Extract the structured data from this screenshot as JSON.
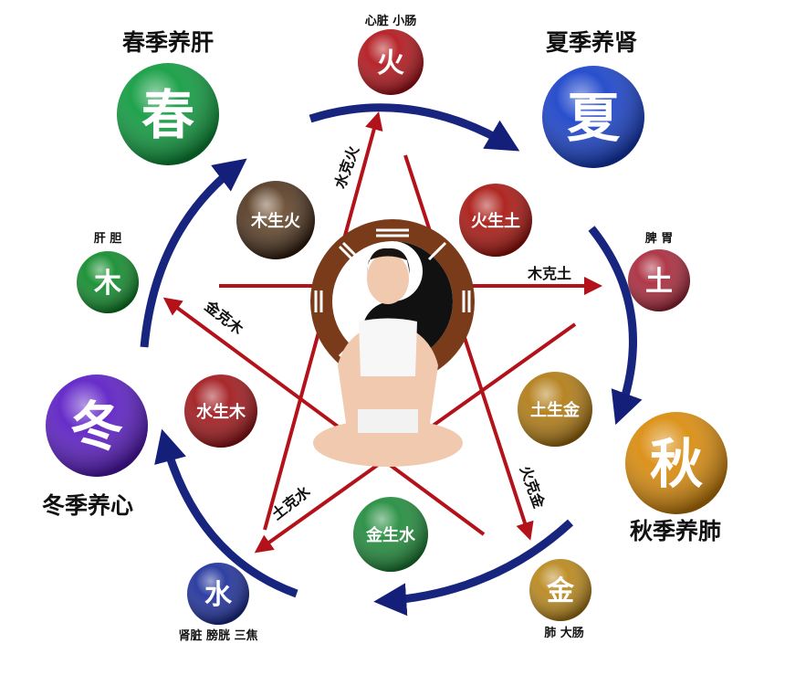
{
  "seasons": {
    "spring": {
      "char": "春",
      "title": "春季养肝",
      "color": "#0d9a3d"
    },
    "summer": {
      "char": "夏",
      "title": "夏季养肾",
      "color": "#1740c9"
    },
    "autumn": {
      "char": "秋",
      "title": "秋季养肺",
      "color": "#d98a0a"
    },
    "winter": {
      "char": "冬",
      "title": "冬季养心",
      "color": "#5a1bc4"
    }
  },
  "elements": {
    "fire": {
      "char": "火",
      "organs": "心脏  小肠",
      "color": "#b0141a"
    },
    "earth": {
      "char": "土",
      "organs": "脾  胃",
      "color": "#a8283a"
    },
    "metal": {
      "char": "金",
      "organs": "肺  大肠",
      "color": "#b8861a"
    },
    "water": {
      "char": "水",
      "organs": "肾脏  膀胱  三焦",
      "color": "#1d2f9a"
    },
    "wood": {
      "char": "木",
      "organs": "肝  胆",
      "color": "#0f8a2a"
    }
  },
  "generating": {
    "wood_fire": {
      "label": "木生火",
      "color": "#5a2a12"
    },
    "fire_earth": {
      "label": "火生土",
      "color": "#a8150f"
    },
    "earth_metal": {
      "label": "土生金",
      "color": "#b07a12"
    },
    "metal_water": {
      "label": "金生水",
      "color": "#1f8a3a"
    },
    "water_wood": {
      "label": "水生木",
      "color": "#a0161a"
    }
  },
  "controlling": {
    "water_fire": "水克火",
    "wood_earth": "木克土",
    "fire_metal": "火克金",
    "earth_water": "土克水",
    "metal_wood": "金克木"
  }
}
